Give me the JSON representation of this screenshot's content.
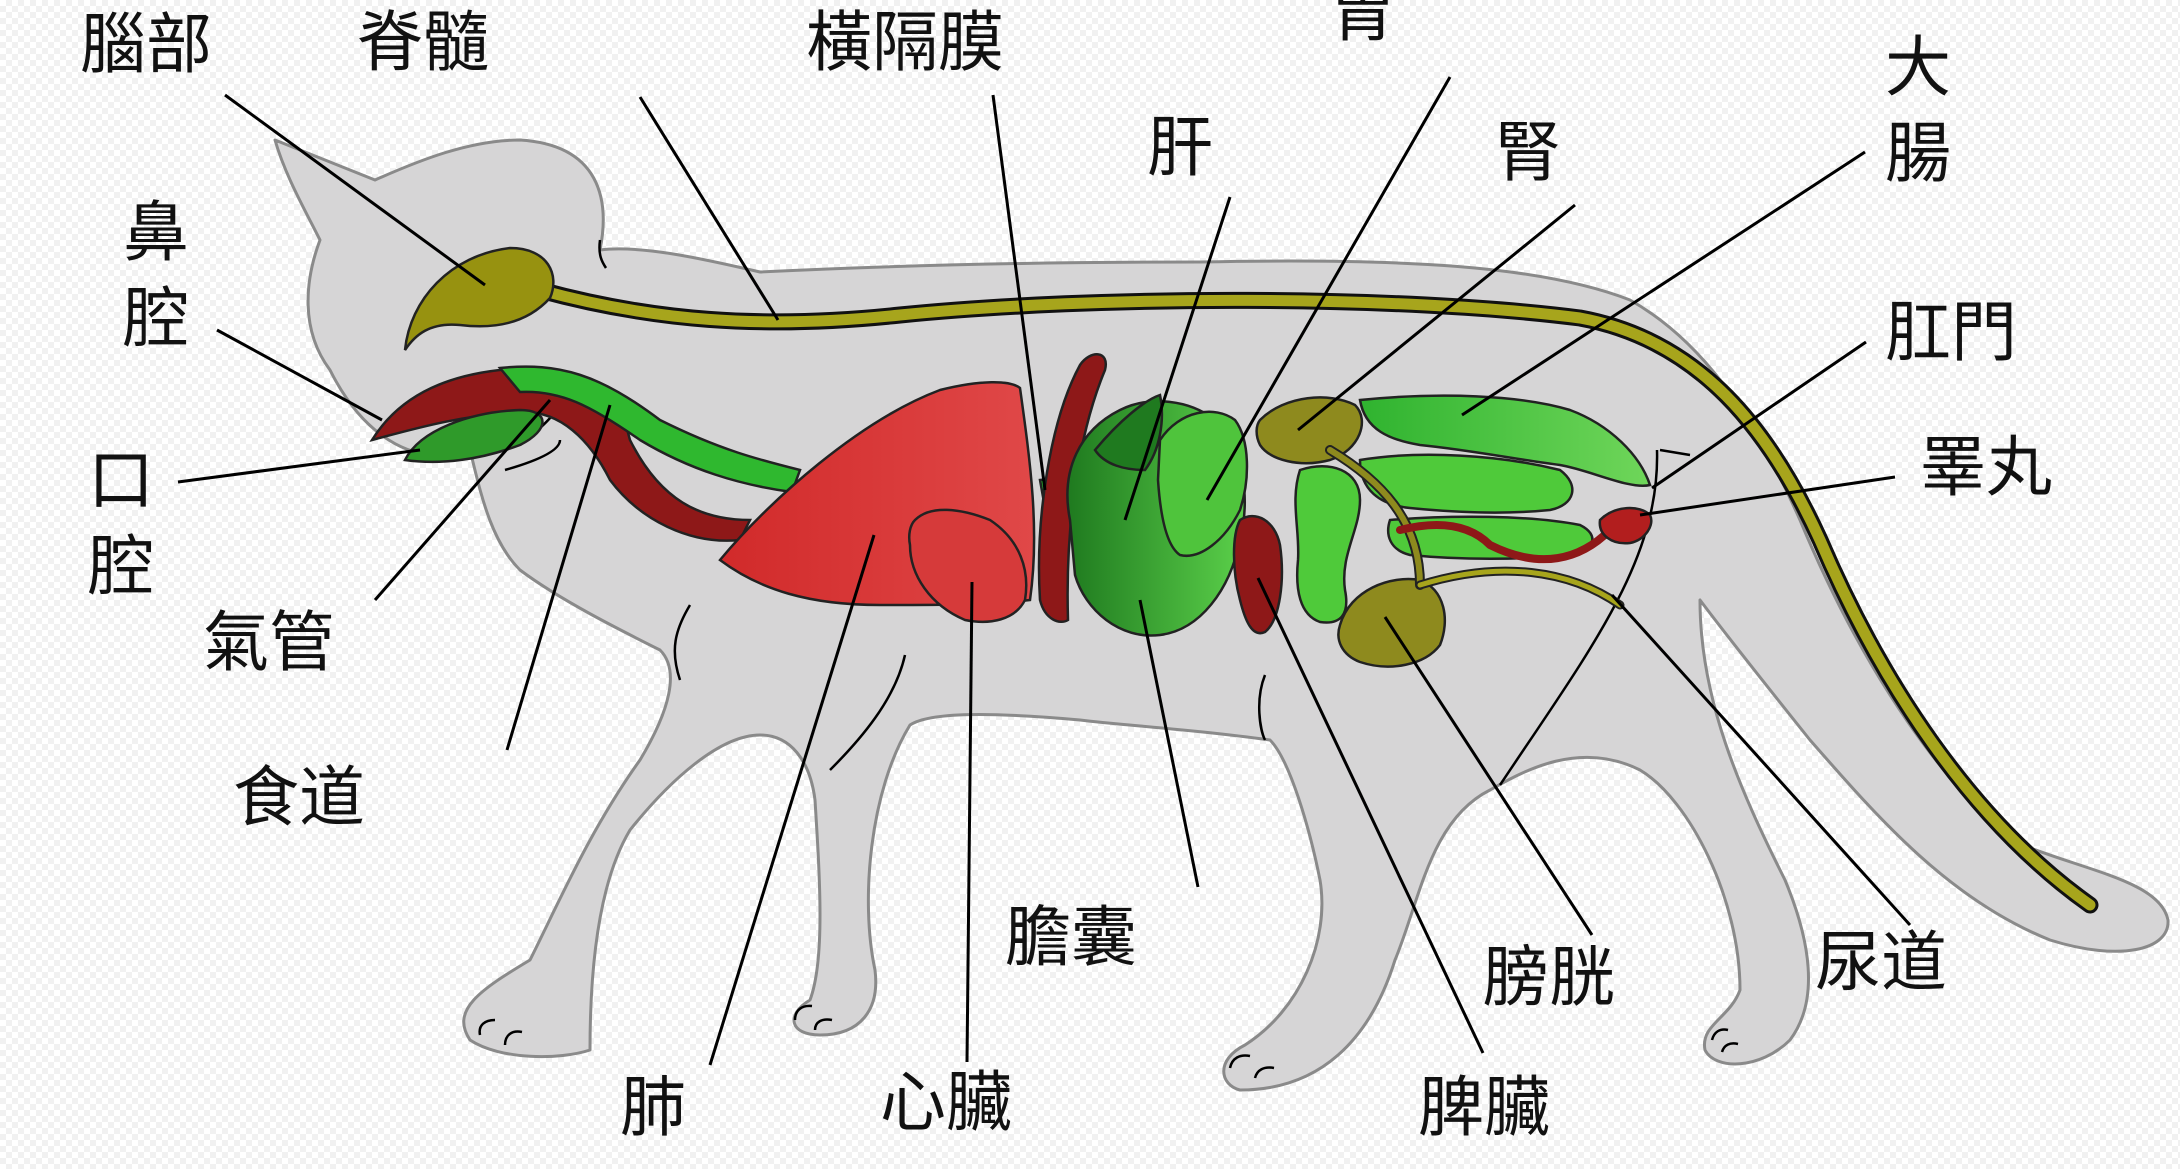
{
  "labels": {
    "brain": "腦部",
    "spinal_cord": "脊髓",
    "diaphragm": "橫隔膜",
    "stomach": "胃",
    "large_intestine": "大腸",
    "liver": "肝",
    "kidney": "腎",
    "nasal_cavity": "鼻腔",
    "anus": "肛門",
    "oral_cavity": "口腔",
    "testis": "睪丸",
    "trachea": "氣管",
    "esophagus": "食道",
    "gallbladder": "膽囊",
    "bladder": "膀胱",
    "urethra": "尿道",
    "lung": "肺",
    "heart": "心臟",
    "spleen": "脾臟"
  },
  "colors": {
    "body_fill": "#d6d5d6",
    "body_stroke": "#8a8a8a",
    "nervous": "#a7a51c",
    "brain": "#979210",
    "respiratory_green": "#2fb82f",
    "liver_green": "#2f9a2a",
    "intestine_green": "#4fca3a",
    "lung_red": "#d93636",
    "dark_red": "#8e1818",
    "bladder_olive": "#8e8a1e"
  }
}
